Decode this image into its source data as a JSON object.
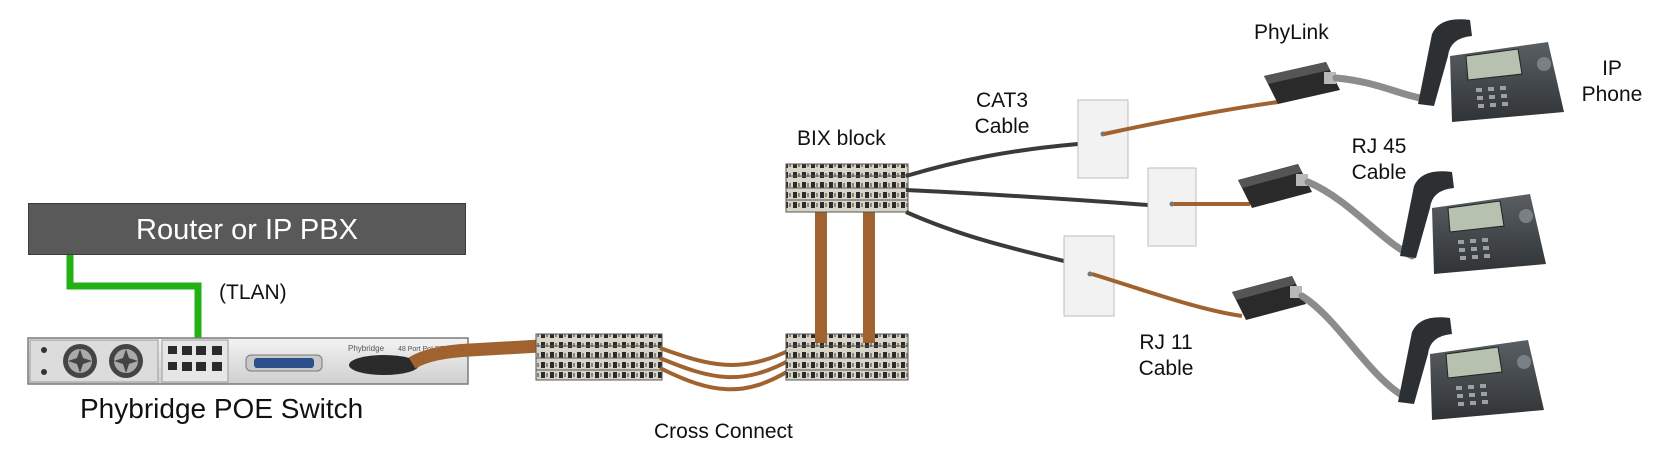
{
  "router": {
    "label": "Router or IP PBX"
  },
  "labels": {
    "tlan": "(TLAN)",
    "poe_switch": "Phybridge POE Switch",
    "cross_connect": "Cross Connect",
    "bix_block": "BIX block",
    "cat3_line1": "CAT3",
    "cat3_line2": "Cable",
    "phylink": "PhyLink",
    "ip_phone_line1": "IP",
    "ip_phone_line2": "Phone",
    "rj45_line1": "RJ 45",
    "rj45_line2": "Cable",
    "rj11_line1": "RJ 11",
    "rj11_line2": "Cable"
  },
  "switch_faceplate": {
    "brand": "Phybridge",
    "model_text": "48 Port PoLRE Switch"
  },
  "colors": {
    "router_fill": "#595959",
    "tlan_cable": "#22b014",
    "brown_cable": "#a0632f",
    "dark_cable": "#3a3a3a",
    "phone_cord": "#8c8c8c"
  }
}
